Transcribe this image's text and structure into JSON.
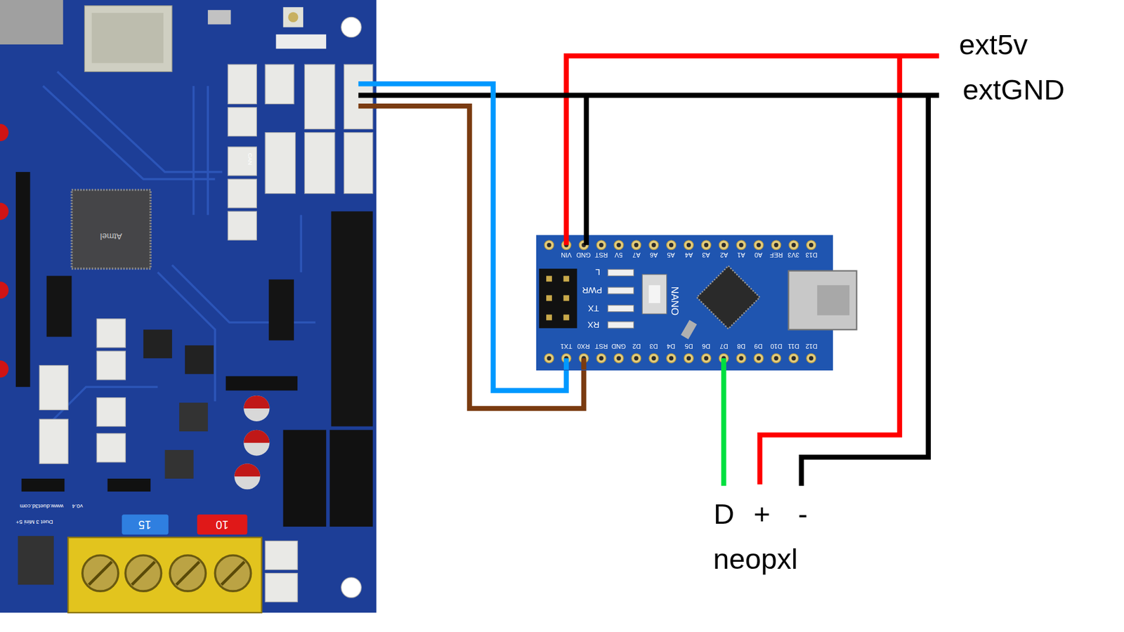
{
  "diagram": {
    "nodes": [
      {
        "text": [
          "Atmel",
          "CAN",
          "15",
          "10",
          "www.duet3d.com",
          "v0.4",
          "Duet 3 Mini 5+"
        ]
      },
      {
        "text": [
          "VIN",
          "GND",
          "RST",
          "5V",
          "A7",
          "A6",
          "A5",
          "A4",
          "A3",
          "A2",
          "A1",
          "A0",
          "REF",
          "3V3",
          "D13",
          "TX1",
          "RX0",
          "RST",
          "GND",
          "D2",
          "D3",
          "D4",
          "D5",
          "D6",
          "D7",
          "D8",
          "D9",
          "D10",
          "D11",
          "D12",
          "L",
          "PWR",
          "TX",
          "RX",
          "NANO"
        ]
      }
    ],
    "edges": [
      {
        "from": 0,
        "to": 1,
        "arrow": "none"
      },
      {
        "from": 0,
        "to": 1,
        "arrow": "none"
      }
    ],
    "labels": [
      "ext5v",
      "extGND",
      "D",
      "+",
      "-",
      "neopxl"
    ]
  }
}
